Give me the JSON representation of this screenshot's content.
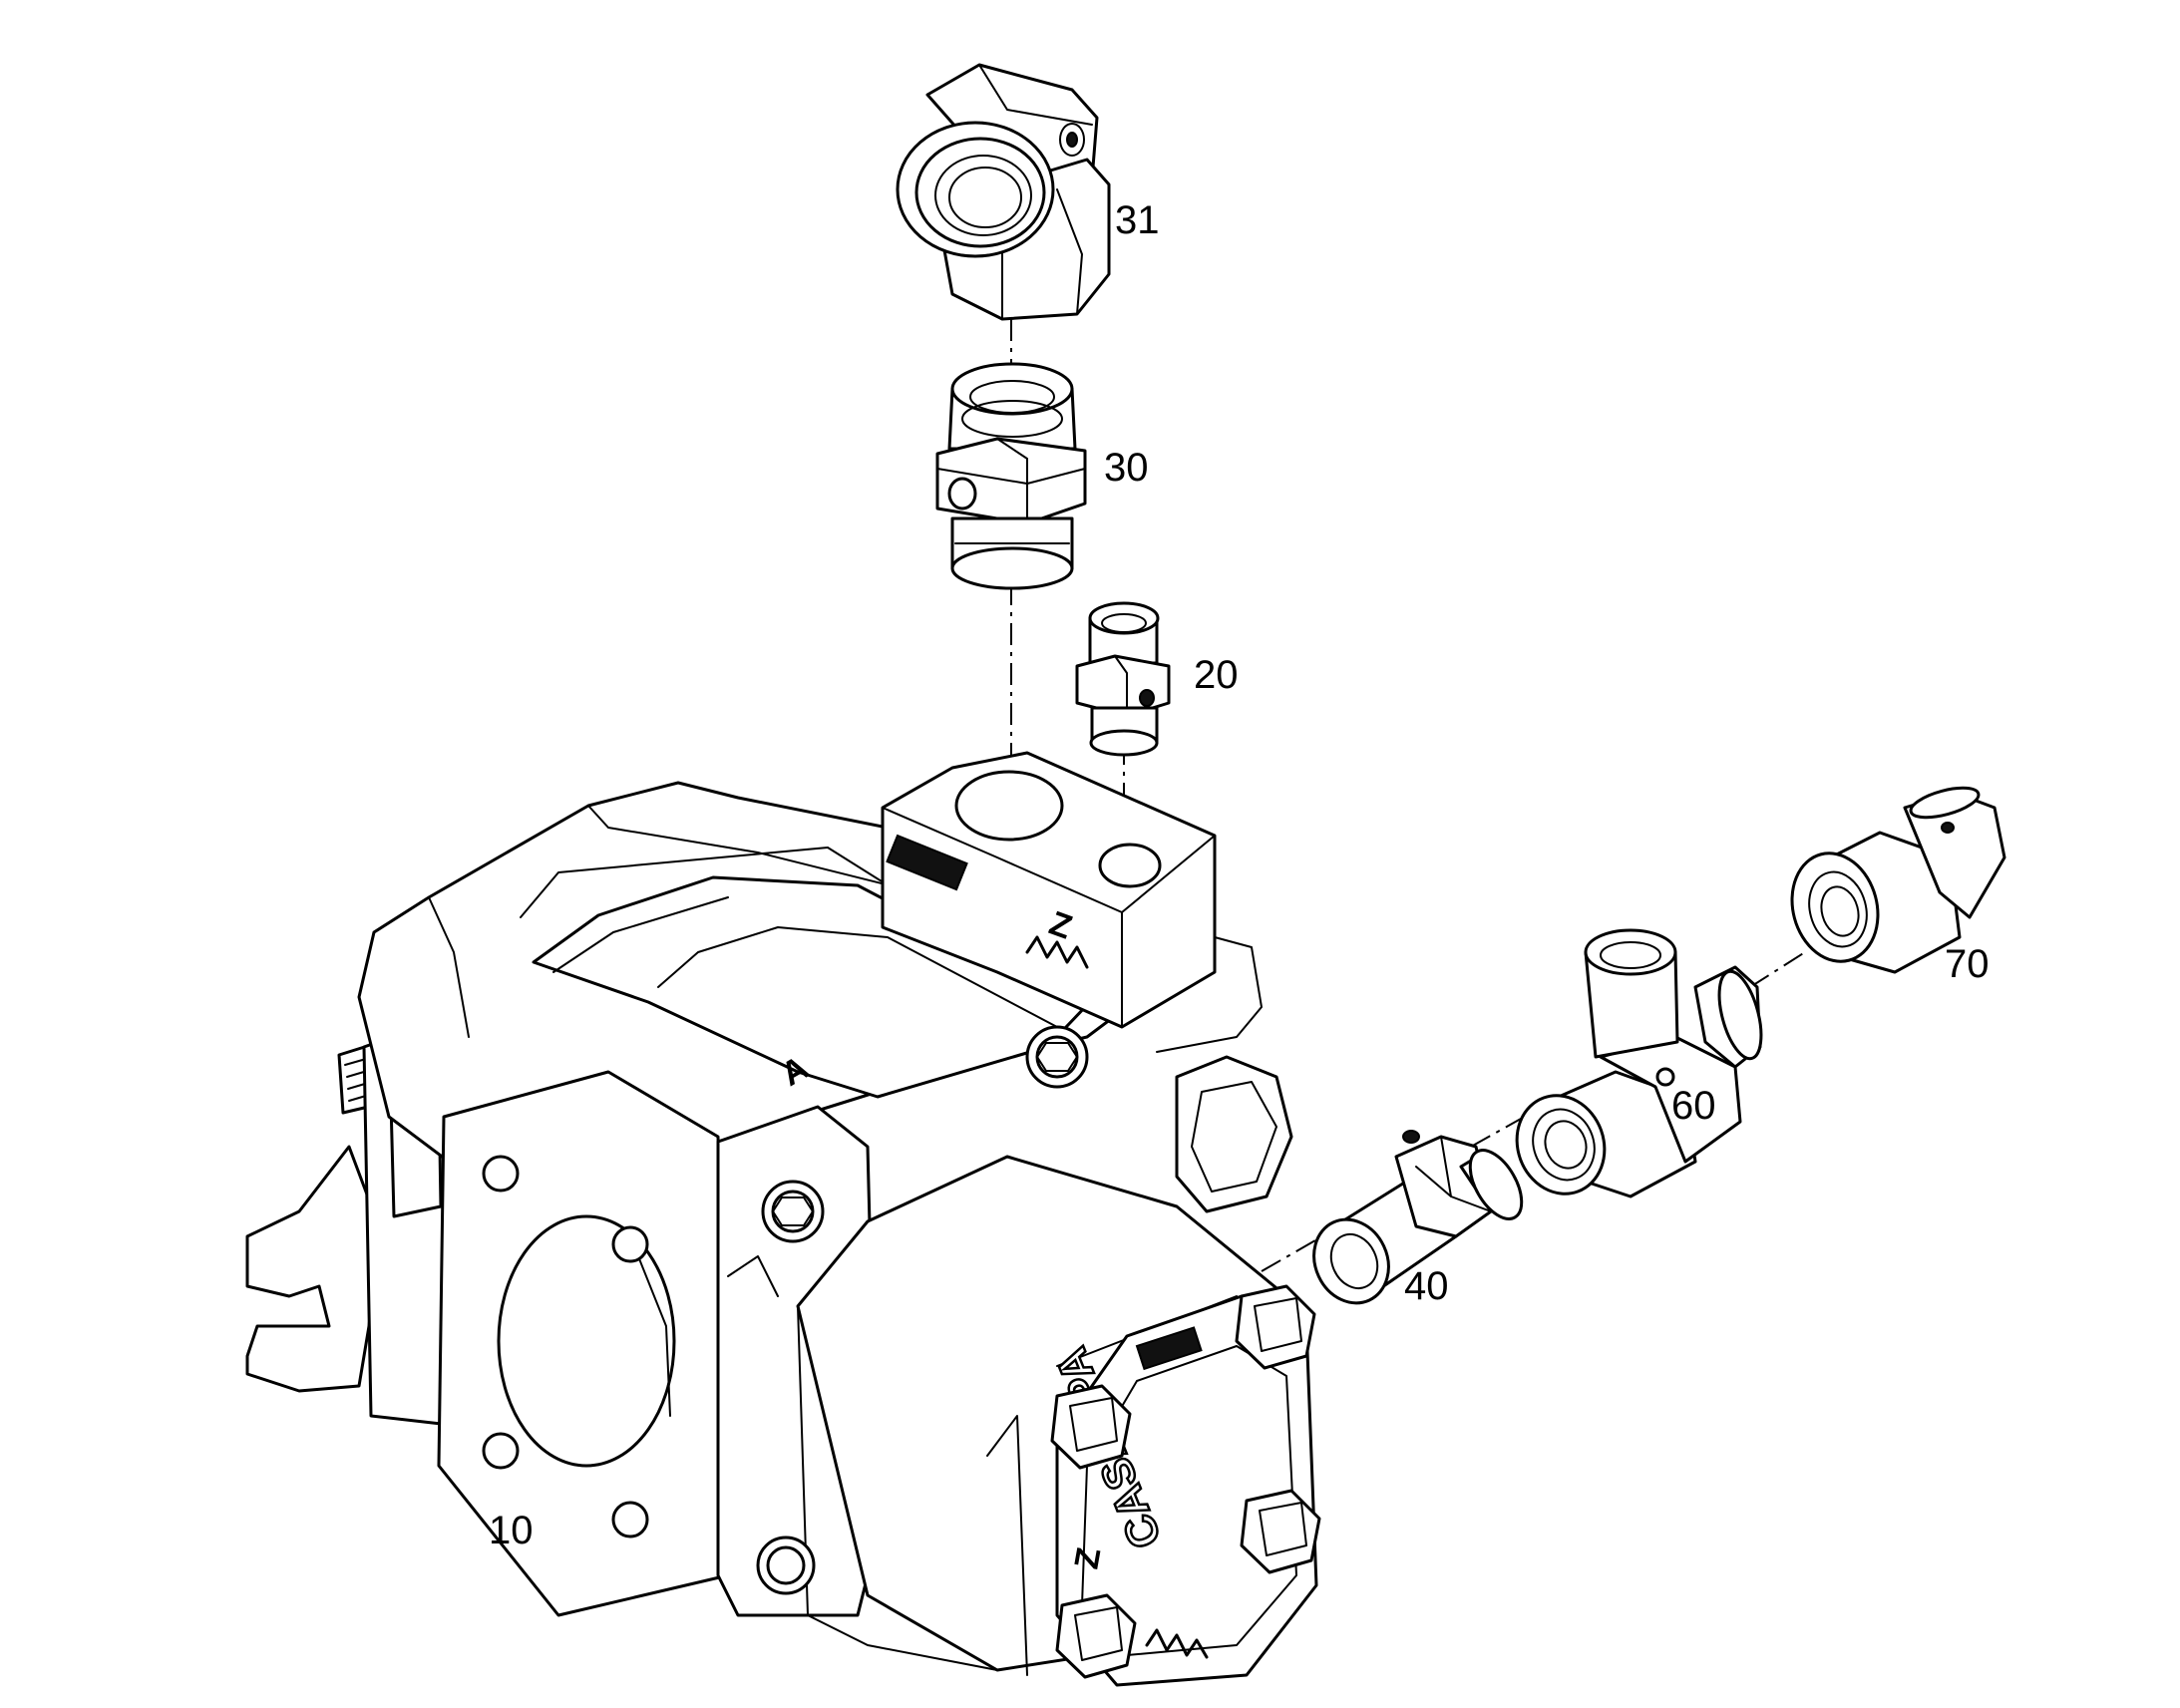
{
  "diagram": {
    "callouts": {
      "p10": "10",
      "p20": "20",
      "p30": "30",
      "p31": "31",
      "p40": "40",
      "p60": "60",
      "p70": "70"
    },
    "markings": {
      "port_a": "A",
      "port_z_top": "Z",
      "port_z_cover": "Z",
      "brand": "CASAPPA"
    }
  }
}
